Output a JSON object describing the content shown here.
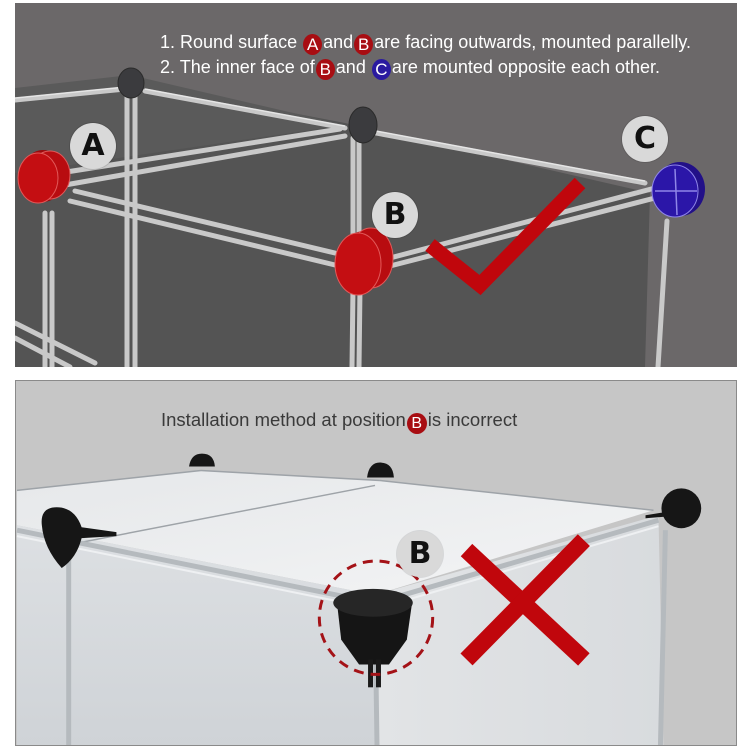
{
  "top_panel": {
    "background": "#6b6869",
    "instructions": [
      {
        "number": "1.",
        "parts": [
          "Round surface",
          "A",
          "and",
          "B",
          "are facing outwards, mounted parallelly."
        ]
      },
      {
        "number": "2.",
        "parts": [
          "The inner face of",
          "B",
          "and",
          "C",
          "are mounted opposite each other."
        ]
      }
    ],
    "callouts": [
      {
        "label": "A",
        "connector_color": "#b80c10"
      },
      {
        "label": "B",
        "connector_color": "#b80c10"
      },
      {
        "label": "C",
        "connector_color": "#2b16a8"
      }
    ],
    "verdict": {
      "icon": "checkmark-icon",
      "color": "#c0060c",
      "meaning": "correct"
    }
  },
  "bottom_panel": {
    "background": "#c6c6c6",
    "title": {
      "before": "Installation method at position",
      "badge": "B",
      "after": "is incorrect"
    },
    "callouts": [
      {
        "label": "B"
      }
    ],
    "verdict": {
      "icon": "cross-icon",
      "color": "#c0060c",
      "meaning": "incorrect"
    }
  },
  "colors": {
    "accent_red": "#a80d12",
    "accent_blue": "#2a1aa0",
    "mark_red": "#c0060c"
  }
}
